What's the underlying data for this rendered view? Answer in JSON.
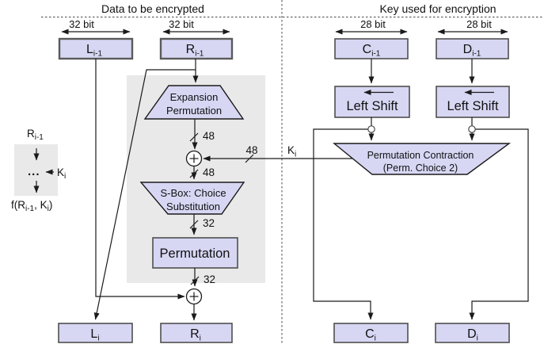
{
  "colors": {
    "box_fill": "#d7d7f4",
    "box_border": "#4f4f4f",
    "panel": "#e9e9e9",
    "line": "#1a1a1a",
    "background": "#ffffff",
    "text": "#111111"
  },
  "headers": {
    "left": "Data to be encrypted",
    "right": "Key used for encryption"
  },
  "bit_widths": {
    "l1": "32 bit",
    "l2": "32 bit",
    "r1": "28 bit",
    "r2": "28 bit"
  },
  "registers": {
    "l_prev": {
      "base": "L",
      "sub": "i-1"
    },
    "r_prev": {
      "base": "R",
      "sub": "i-1"
    },
    "c_prev": {
      "base": "C",
      "sub": "i-1"
    },
    "d_prev": {
      "base": "D",
      "sub": "i-1"
    },
    "l_next": {
      "base": "L",
      "sub": "i"
    },
    "r_next": {
      "base": "R",
      "sub": "i"
    },
    "c_next": {
      "base": "C",
      "sub": "i"
    },
    "d_next": {
      "base": "D",
      "sub": "i"
    }
  },
  "process": {
    "expansion_l1": "Expansion",
    "expansion_l2": "Permutation",
    "sbox_l1": "S-Box: Choice",
    "sbox_l2": "Substitution",
    "permutation": "Permutation",
    "left_shift_1": "Left Shift",
    "left_shift_2": "Left Shift",
    "contraction_l1": "Permutation Contraction",
    "contraction_l2": "(Perm. Choice 2)"
  },
  "wires": {
    "expansion_out": "48",
    "key_in": "48",
    "xor_out": "48",
    "sbox_out": "32",
    "permutation_out": "32",
    "key_label": {
      "base": "K",
      "sub": "i"
    }
  },
  "legend": {
    "input": {
      "base": "R",
      "sub": "i-1"
    },
    "dots": "...",
    "key": {
      "base": "K",
      "sub": "i"
    },
    "output": {
      "p1": "f(R",
      "sub1": "i-1",
      "p2": ", K",
      "sub2": "i",
      "p3": ")"
    }
  }
}
